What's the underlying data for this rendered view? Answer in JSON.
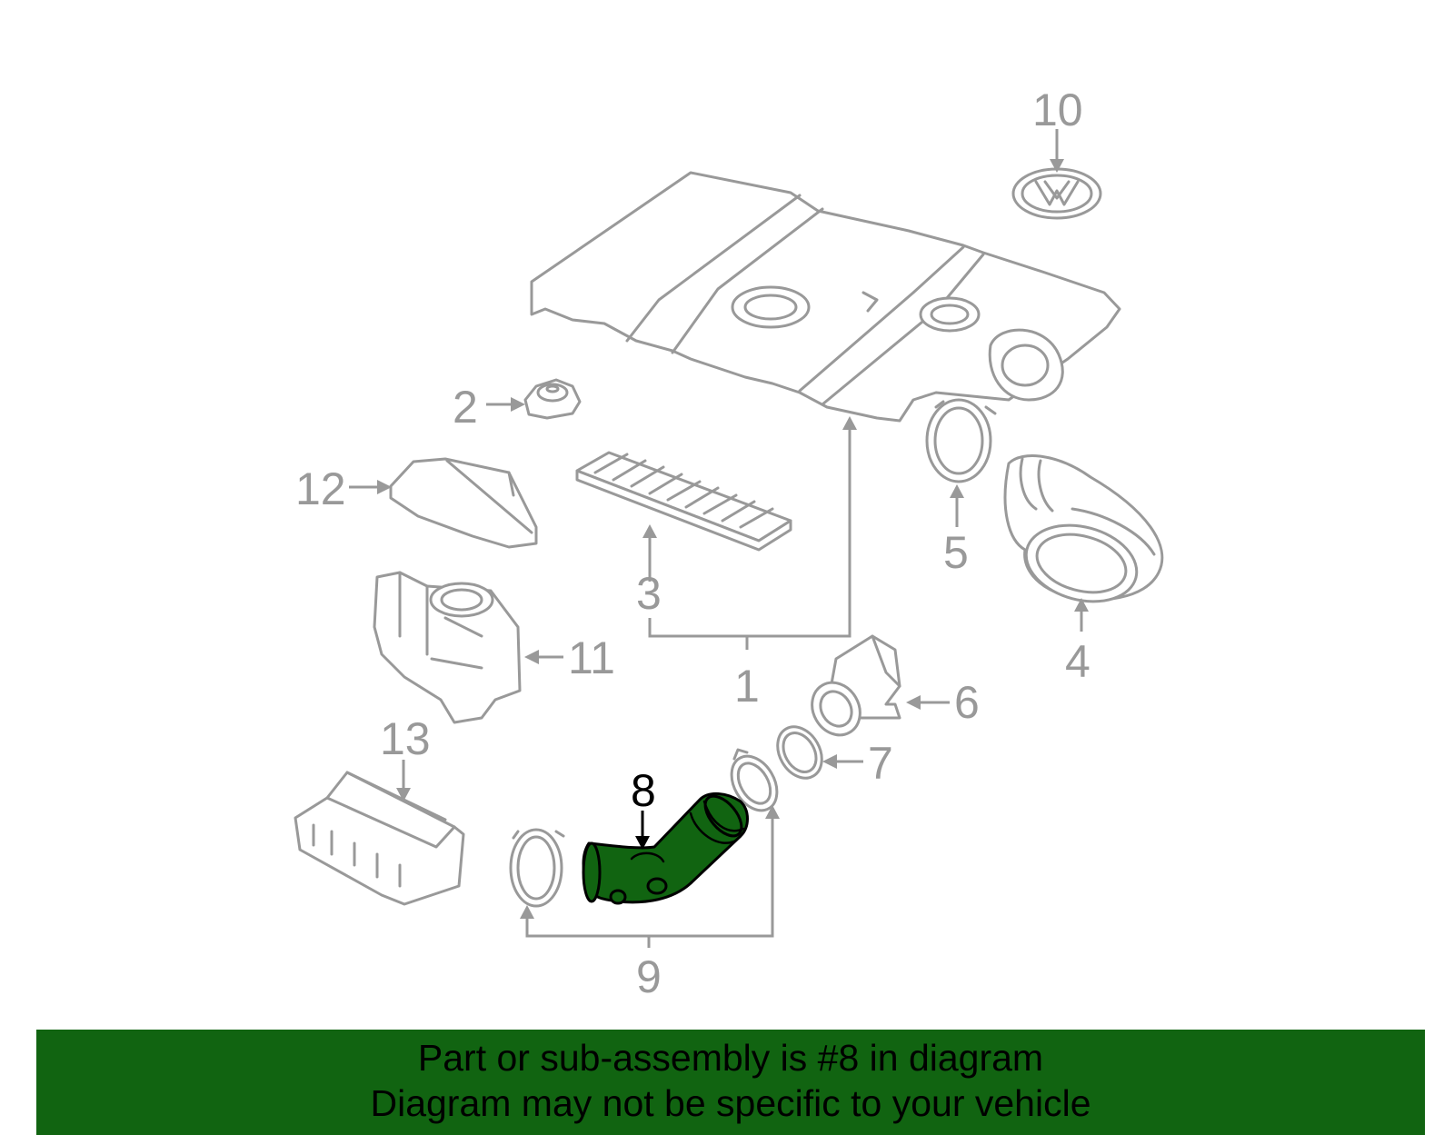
{
  "callouts": {
    "c1": "1",
    "c2": "2",
    "c3": "3",
    "c4": "4",
    "c5": "5",
    "c6": "6",
    "c7": "7",
    "c8": "8",
    "c9": "9",
    "c10": "10",
    "c11": "11",
    "c12": "12",
    "c13": "13"
  },
  "highlighted_part": "8",
  "colors": {
    "highlight": "#116411",
    "line": "#999999",
    "banner": "#116411"
  },
  "banner": {
    "line1": "Part or sub-assembly is #8 in diagram",
    "line2": "Diagram may not be specific to your vehicle"
  }
}
